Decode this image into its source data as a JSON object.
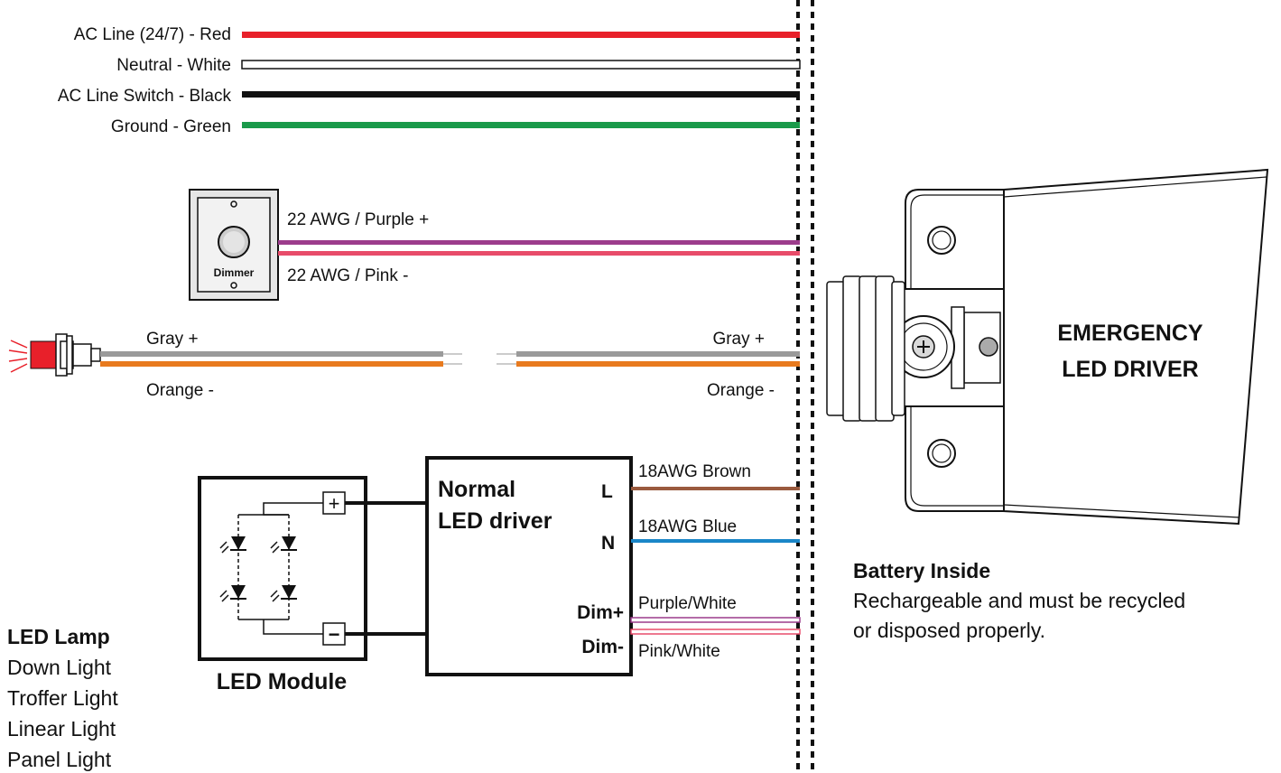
{
  "colors": {
    "red": "#e8202a",
    "white": "#ffffff",
    "black": "#111111",
    "green": "#1a9a4a",
    "purple": "#9c3c8c",
    "pink": "#e84c6a",
    "gray": "#9a9a9a",
    "orange": "#e87a1e",
    "brown": "#9a5a3e",
    "blue": "#1a86c8",
    "body_gray": "#d9d9d9"
  },
  "ac_wires": {
    "red": "AC Line (24/7) - Red",
    "white": "Neutral - White",
    "black": "AC Line Switch - Black",
    "green": "Ground - Green"
  },
  "dimmer": {
    "label": "Dimmer",
    "purple": "22 AWG / Purple +",
    "pink": "22 AWG / Pink -"
  },
  "test_switch": {
    "gray_left": "Gray +",
    "orange_left": "Orange -",
    "gray_right": "Gray +",
    "orange_right": "Orange -"
  },
  "normal_driver": {
    "title_line1": "Normal",
    "title_line2": "LED driver",
    "L": "L",
    "N": "N",
    "dim_plus": "Dim+",
    "dim_minus": "Dim-",
    "brown": "18AWG Brown",
    "blue": "18AWG Blue",
    "purple_white": "Purple/White",
    "pink_white": "Pink/White"
  },
  "module": {
    "title": "LED Module",
    "plus": "+",
    "minus": "−"
  },
  "lamp": {
    "title": "LED Lamp",
    "items": [
      "Down Light",
      "Troffer Light",
      "Linear Light",
      "Panel Light"
    ]
  },
  "emergency": {
    "line1": "EMERGENCY",
    "line2": "LED DRIVER"
  },
  "battery": {
    "title": "Battery Inside",
    "line1": "Rechargeable and must be recycled",
    "line2": "or disposed properly."
  }
}
